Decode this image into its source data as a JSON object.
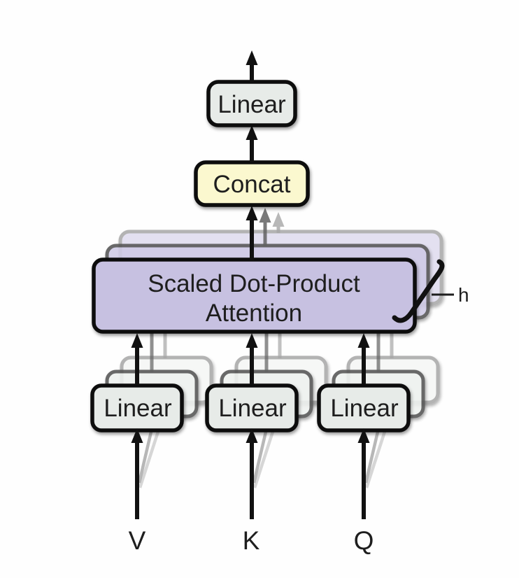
{
  "diagram": {
    "nodes": {
      "final_linear": {
        "label": "Linear"
      },
      "concat": {
        "label": "Concat"
      },
      "attention": {
        "line1": "Scaled Dot-Product",
        "line2": "Attention"
      },
      "linear_v": {
        "label": "Linear"
      },
      "linear_k": {
        "label": "Linear"
      },
      "linear_q": {
        "label": "Linear"
      }
    },
    "annotations": {
      "head_count": "h"
    },
    "inputs": {
      "v": "V",
      "k": "K",
      "q": "Q"
    }
  },
  "colors": {
    "background": "#fefefe",
    "box_stroke": "#0c0c0c",
    "linear_fill": "#e7ebe8",
    "linear_fill_back1": "#eff2f0",
    "linear_fill_back2": "#f4f6f4",
    "concat_fill": "#fbf8cf",
    "attention_fill": "#c7c1e1",
    "attention_fill_back1": "#cfcae6",
    "attention_fill_back2": "#dcd8ed",
    "arrow_black": "#111111",
    "arrow_gray_dark": "#626262",
    "arrow_gray_light": "#a6a6a6",
    "stroke_back1": "#545454",
    "stroke_back2": "#9e9e9e",
    "text_color": "#1e1e1e"
  }
}
